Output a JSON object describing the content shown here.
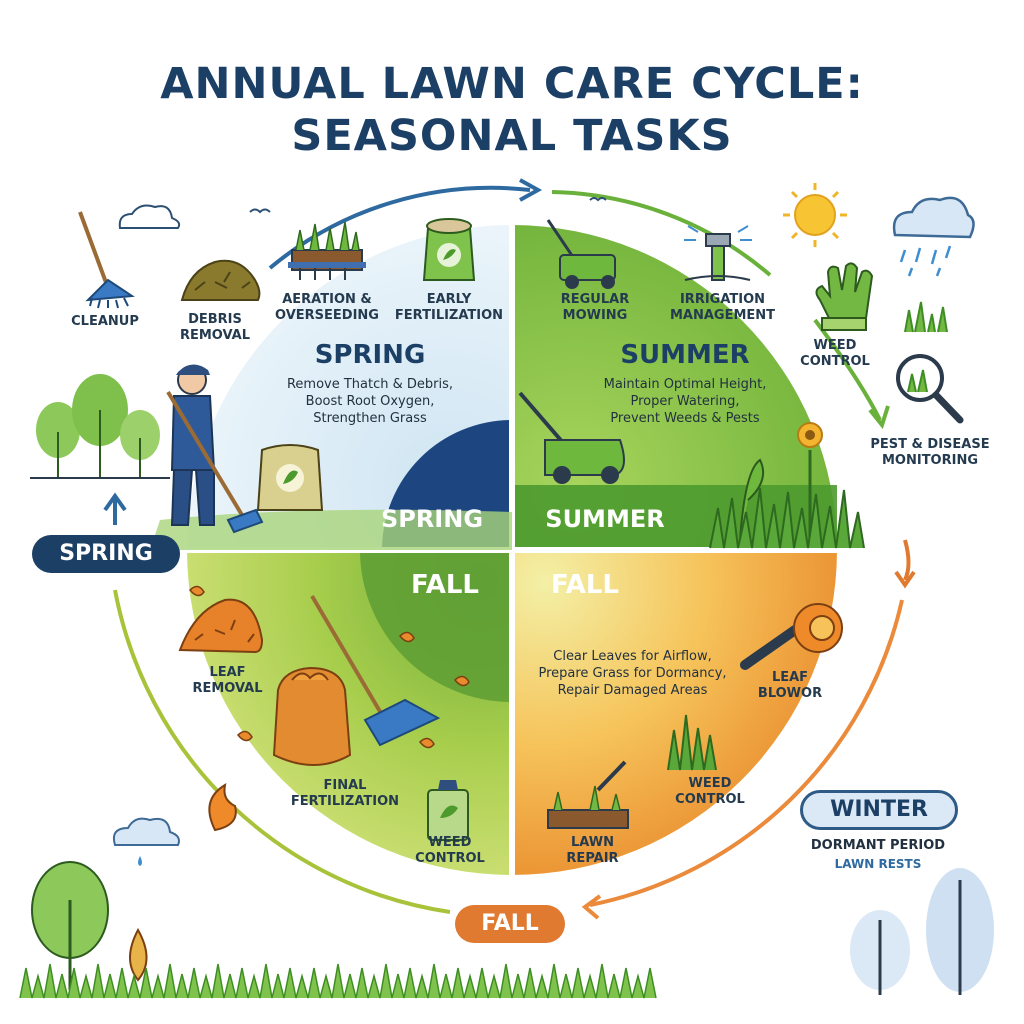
{
  "title": {
    "line1": "ANNUAL LAWN CARE CYCLE:",
    "line2": "SEASONAL TASKS"
  },
  "colors": {
    "navy": "#1c3f66",
    "spring_bg": "#e2eef7",
    "summer_green": "#7fbf3f",
    "fall_green": "#a8cf4a",
    "fall_orange": "#ef9a34",
    "winter_bg": "#dfe9f4"
  },
  "spring": {
    "title": "SPRING",
    "desc1": "Remove Thatch & Debris,",
    "desc2": "Boost Root Oxygen,",
    "desc3": "Strengthen Grass",
    "badge": "SPRING",
    "tasks": {
      "cleanup": "CLEANUP",
      "debris1": "DEBRIS",
      "debris2": "REMOVAL",
      "aeration1": "AERATION &",
      "aeration2": "OVERSEEDING",
      "early1": "EARLY",
      "early2": "FERTILIZATION"
    }
  },
  "summer": {
    "title": "SUMMER",
    "desc1": "Maintain Optimal Height,",
    "desc2": "Proper Watering,",
    "desc3": "Prevent Weeds & Pests",
    "badge": "SUMMER",
    "tasks": {
      "mow1": "REGULAR",
      "mow2": "MOWING",
      "irr1": "IRRIGATION",
      "irr2": "MANAGEMENT",
      "weed1": "WEED",
      "weed2": "CONTROL",
      "pest1": "PEST & DISEASE",
      "pest2": "MONITORING"
    }
  },
  "fall_left": {
    "badge": "FALL",
    "tasks": {
      "leaf1": "LEAF",
      "leaf2": "REMOVAL",
      "final1": "FINAL",
      "final2": "FERTILIZATION",
      "weed1": "WEED",
      "weed2": "CONTROL"
    }
  },
  "fall_right": {
    "title": "FALL",
    "desc1": "Clear Leaves for Airflow,",
    "desc2": "Prepare Grass for Dormancy,",
    "desc3": "Repair Damaged Areas",
    "tasks": {
      "blower1": "LEAF",
      "blower2": "BLOWOR",
      "weed1": "WEED",
      "weed2": "CONTROL",
      "repair1": "LAWN",
      "repair2": "REPAIR"
    }
  },
  "winter": {
    "badge": "WINTER",
    "line1": "DORMANT PERIOD",
    "line2": "LAWN RESTS"
  },
  "cycle_labels": {
    "spring": "SPRING",
    "fall": "FALL"
  }
}
